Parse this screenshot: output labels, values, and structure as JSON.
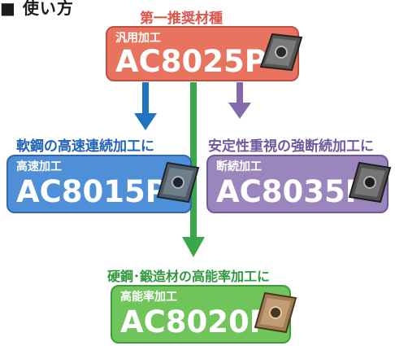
{
  "main": {
    "top_caption": "第一推奨材種",
    "top_box": {
      "sub": "汎用加工",
      "grade": "AC8025P"
    },
    "left_caption": "軟鋼の高速連続加工に",
    "left_box": {
      "sub": "高速加工",
      "grade": "AC8015P"
    },
    "right_caption": "安定性重視の強断続加工に",
    "right_box": {
      "sub": "断続加工",
      "grade": "AC8035P"
    },
    "bottom_caption": "硬鋼･鍛造材の高能率加工に",
    "bottom_box": {
      "sub": "高能率加工",
      "grade": "AC8020P"
    }
  },
  "colors": {
    "top": "#e8735e",
    "left": "#4f8fd8",
    "right": "#9a86bd",
    "bottom": "#6fc45a",
    "arrow_blue": "#1f74c2",
    "arrow_green": "#3aa84a",
    "arrow_purple": "#8469ac"
  }
}
